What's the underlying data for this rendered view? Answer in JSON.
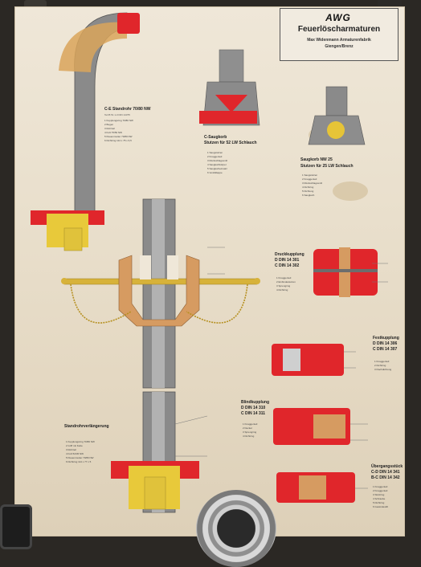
{
  "header": {
    "logo": "AWG",
    "title": "Feuerlöscharmaturen",
    "subtitle": "Max Widenmann Armaturenfabrik",
    "location": "Giengen/Brenz"
  },
  "labels": {
    "standrohr": {
      "title": "C-E Standrohr 70/80 NW",
      "note": "Teil B 51 1-3 DIN 14375",
      "items": [
        "1 Kupplungsring 70/80 NW",
        "2 Bogen",
        "3 Rohrteil",
        "4 Fuß 75/50 NW",
        "5 Klauenmutter 70/80 NW",
        "6 Dichtring 114 x 75 x 6,5"
      ]
    },
    "saugkorb_c": {
      "title": "C-Saugkorb",
      "subtitle": "Stutzen für 52 LW Schlauch",
      "items": [
        "1 Saugstutzen",
        "2 Knaggenteil",
        "3 Rückschlagventil",
        "4 Saugkorbkörper",
        "5 Saugkorbeinsatz",
        "6 Ventilklappe"
      ]
    },
    "saugkorb_25": {
      "title": "Saugkorb NW 25",
      "subtitle": "Stutzen für 25 LW Schlauch",
      "items": [
        "1 Saugstutzen",
        "2 Knaggenteil",
        "3 Rückschlagventil",
        "4 Dichtring",
        "5 Dichtung",
        "6 Saugkorb"
      ]
    },
    "druck": {
      "title": "Druckkupplung",
      "lines": [
        "D DIN 14 301",
        "C DIN 14 302"
      ],
      "items": [
        "1 Knaggenteil",
        "2 Einbindestutzen",
        "3 Sprengring",
        "4 Dichtring"
      ]
    },
    "fest": {
      "title": "Festkupplung",
      "lines": [
        "D DIN 14 306",
        "C DIN 14 307"
      ],
      "items": [
        "1 Knaggenteil",
        "2 Dichtring",
        "3 Flachdichtung"
      ]
    },
    "blind": {
      "title": "Blindkupplung",
      "lines": [
        "D DIN 14 310",
        "C DIN 14 311"
      ],
      "items": [
        "1 Knaggenteil",
        "2 Deckel",
        "3 Sprengring",
        "4 Dichtring"
      ]
    },
    "standrohrverl": {
      "title": "Standrohrverlängerung",
      "items": [
        "1 Kupplungsring 70/80 NW",
        "2 Griff mit Kette",
        "3 Rohrteil",
        "4 Fuß 52/45 NW",
        "5 Klauenmutter 70/80 NW",
        "6 Dichtring 114 x 77 x 5"
      ]
    },
    "uebergang": {
      "title": "Übergangsstück",
      "lines": [
        "C-D DIN 14 341",
        "B-C DIN 14 342"
      ],
      "items": [
        "1 Knaggenteil",
        "2 Knaggenteil",
        "3 Stützring",
        "4 Schraube",
        "5 Dichtring",
        "6 Gewindestift"
      ]
    }
  }
}
